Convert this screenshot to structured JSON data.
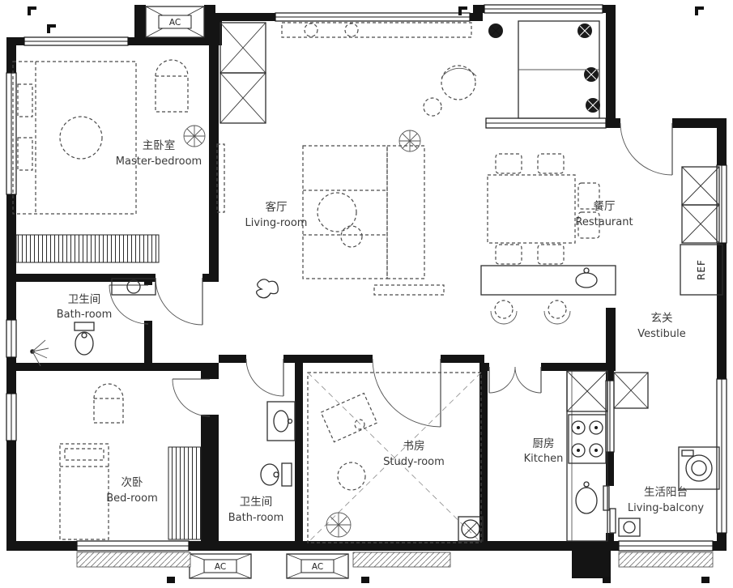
{
  "colors": {
    "wall": "#141414",
    "furniture_line": "#4a4a4a",
    "label_text": "#3a3a3a",
    "background": "#ffffff"
  },
  "rooms": [
    {
      "id": "master-bedroom",
      "zh": "主卧室",
      "en": "Master-bedroom"
    },
    {
      "id": "living-room",
      "zh": "客厅",
      "en": "Living-room"
    },
    {
      "id": "restaurant",
      "zh": "餐厅",
      "en": "Restaurant"
    },
    {
      "id": "vestibule",
      "zh": "玄关",
      "en": "Vestibule"
    },
    {
      "id": "bathroom-upper",
      "zh": "卫生间",
      "en": "Bath-room"
    },
    {
      "id": "second-bedroom",
      "zh": "次卧",
      "en": "Bed-room"
    },
    {
      "id": "bathroom-lower",
      "zh": "卫生间",
      "en": "Bath-room"
    },
    {
      "id": "study-room",
      "zh": "书房",
      "en": "Study-room"
    },
    {
      "id": "kitchen",
      "zh": "厨房",
      "en": "Kitchen"
    },
    {
      "id": "living-balcony",
      "zh": "生活阳台",
      "en": "Living-balcony"
    }
  ],
  "badges": [
    {
      "id": "ac-top",
      "label": "AC"
    },
    {
      "id": "ac-bottom-left",
      "label": "AC"
    },
    {
      "id": "ac-bottom-right",
      "label": "AC"
    },
    {
      "id": "refrigerator",
      "label": "REF"
    }
  ]
}
